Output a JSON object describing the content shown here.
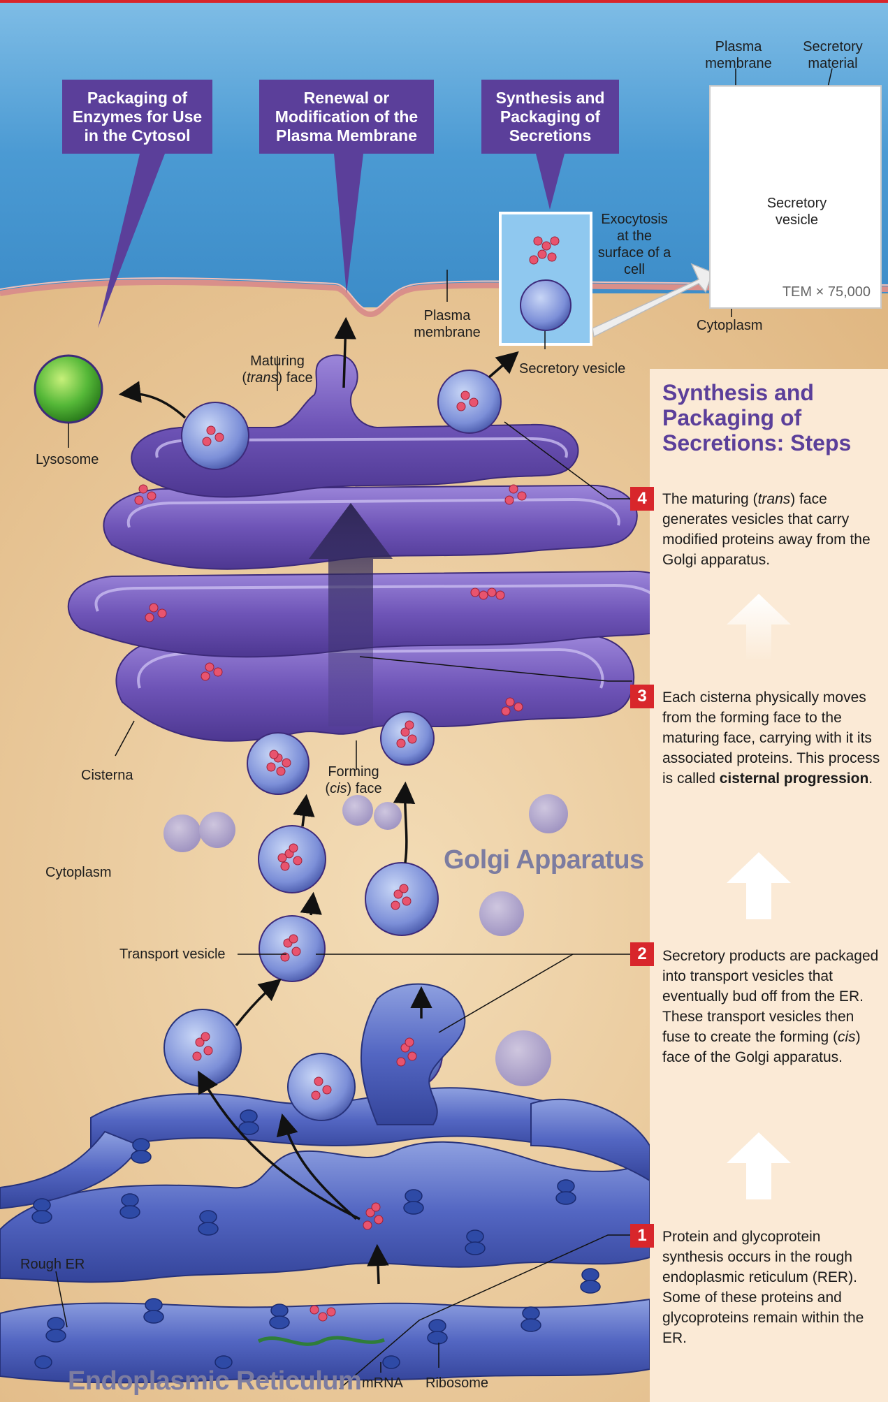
{
  "banners": {
    "enzymes": "Packaging of Enzymes for Use in the Cytosol",
    "membrane": "Renewal or Modification of the Plasma Membrane",
    "secretions": "Synthesis and Packaging of Secretions"
  },
  "tem": {
    "plasma_membrane": "Plasma membrane",
    "secretory_material": "Secretory material",
    "secretory_vesicle": "Secretory vesicle",
    "magnification": "TEM × 75,000",
    "cytoplasm": "Cytoplasm"
  },
  "labels": {
    "exocytosis": "Exocytosis at the surface of a cell",
    "plasma_membrane": "Plasma membrane",
    "secretory_vesicle": "Secretory vesicle",
    "maturing_face_1": "Maturing",
    "maturing_face_trans": "trans",
    "maturing_face_2": "face",
    "lysosome": "Lysosome",
    "cisterna": "Cisterna",
    "forming_face_1": "Forming",
    "forming_face_cis": "cis",
    "forming_face_2": "face",
    "cytoplasm": "Cytoplasm",
    "golgi_apparatus": "Golgi Apparatus",
    "transport_vesicle": "Transport vesicle",
    "rough_er": "Rough ER",
    "endoplasmic_reticulum": "Endoplasmic Reticulum",
    "mrna": "mRNA",
    "ribosome": "Ribosome"
  },
  "steps": {
    "title": "Synthesis and Packaging of Secretions: Steps",
    "items": [
      {
        "num": "4",
        "text_a": "The maturing (",
        "text_it": "trans",
        "text_b": ") face generates vesicles that carry modified proteins away from the Golgi apparatus."
      },
      {
        "num": "3",
        "text_a": "Each cisterna physically moves from the forming face to the maturing face, carrying with it its associated proteins. This process is called ",
        "text_bold": "cisternal progression",
        "text_b": "."
      },
      {
        "num": "2",
        "text_a": "Secretory products are packaged into transport vesicles that eventually bud off from the ER. These transport vesicles then fuse to create the forming (",
        "text_it": "cis",
        "text_b": ") face of the Golgi apparatus."
      },
      {
        "num": "1",
        "text_a": "Protein and glycoprotein synthesis occurs in the rough endoplasmic reticulum (RER). Some of these proteins and glycoproteins remain within the ER."
      }
    ]
  },
  "colors": {
    "extracellular": "#5aa5da",
    "cytoplasm": "#e9c99a",
    "membrane": "#d98f8a",
    "golgi": "#7a5fc0",
    "er": "#4f5fb6",
    "banner": "#5b3f9a",
    "panel": "#fbead6",
    "step_badge": "#d8262b",
    "lysosome": "#55b838"
  }
}
